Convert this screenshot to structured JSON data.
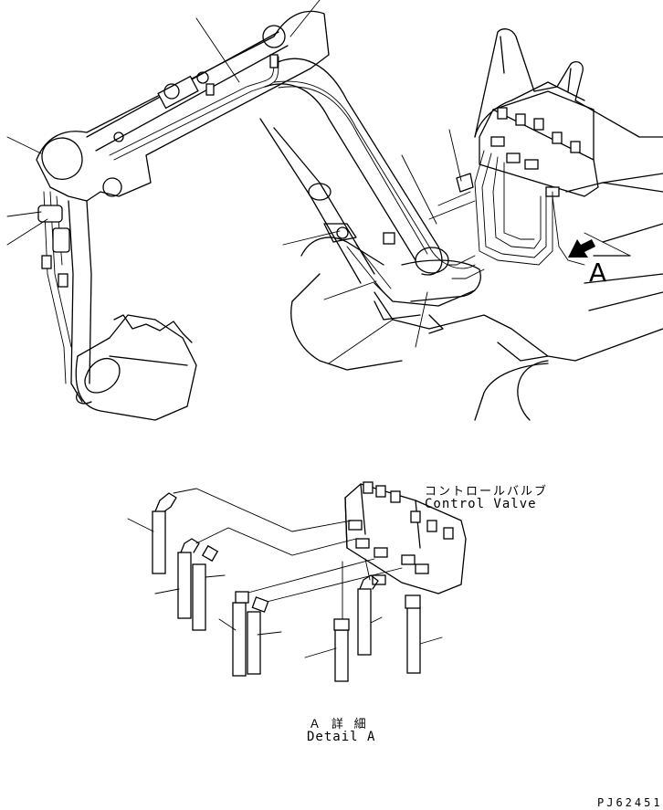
{
  "drawing": {
    "view_marker": "A",
    "detail": {
      "title_jp": "Ａ 詳 細",
      "title_en": "Detail A"
    },
    "component": {
      "label_jp": "コントロールバルブ",
      "label_en": "Control Valve"
    },
    "drawing_code": "PJ62451"
  },
  "colors": {
    "line": "#000000",
    "background": "#ffffff"
  }
}
